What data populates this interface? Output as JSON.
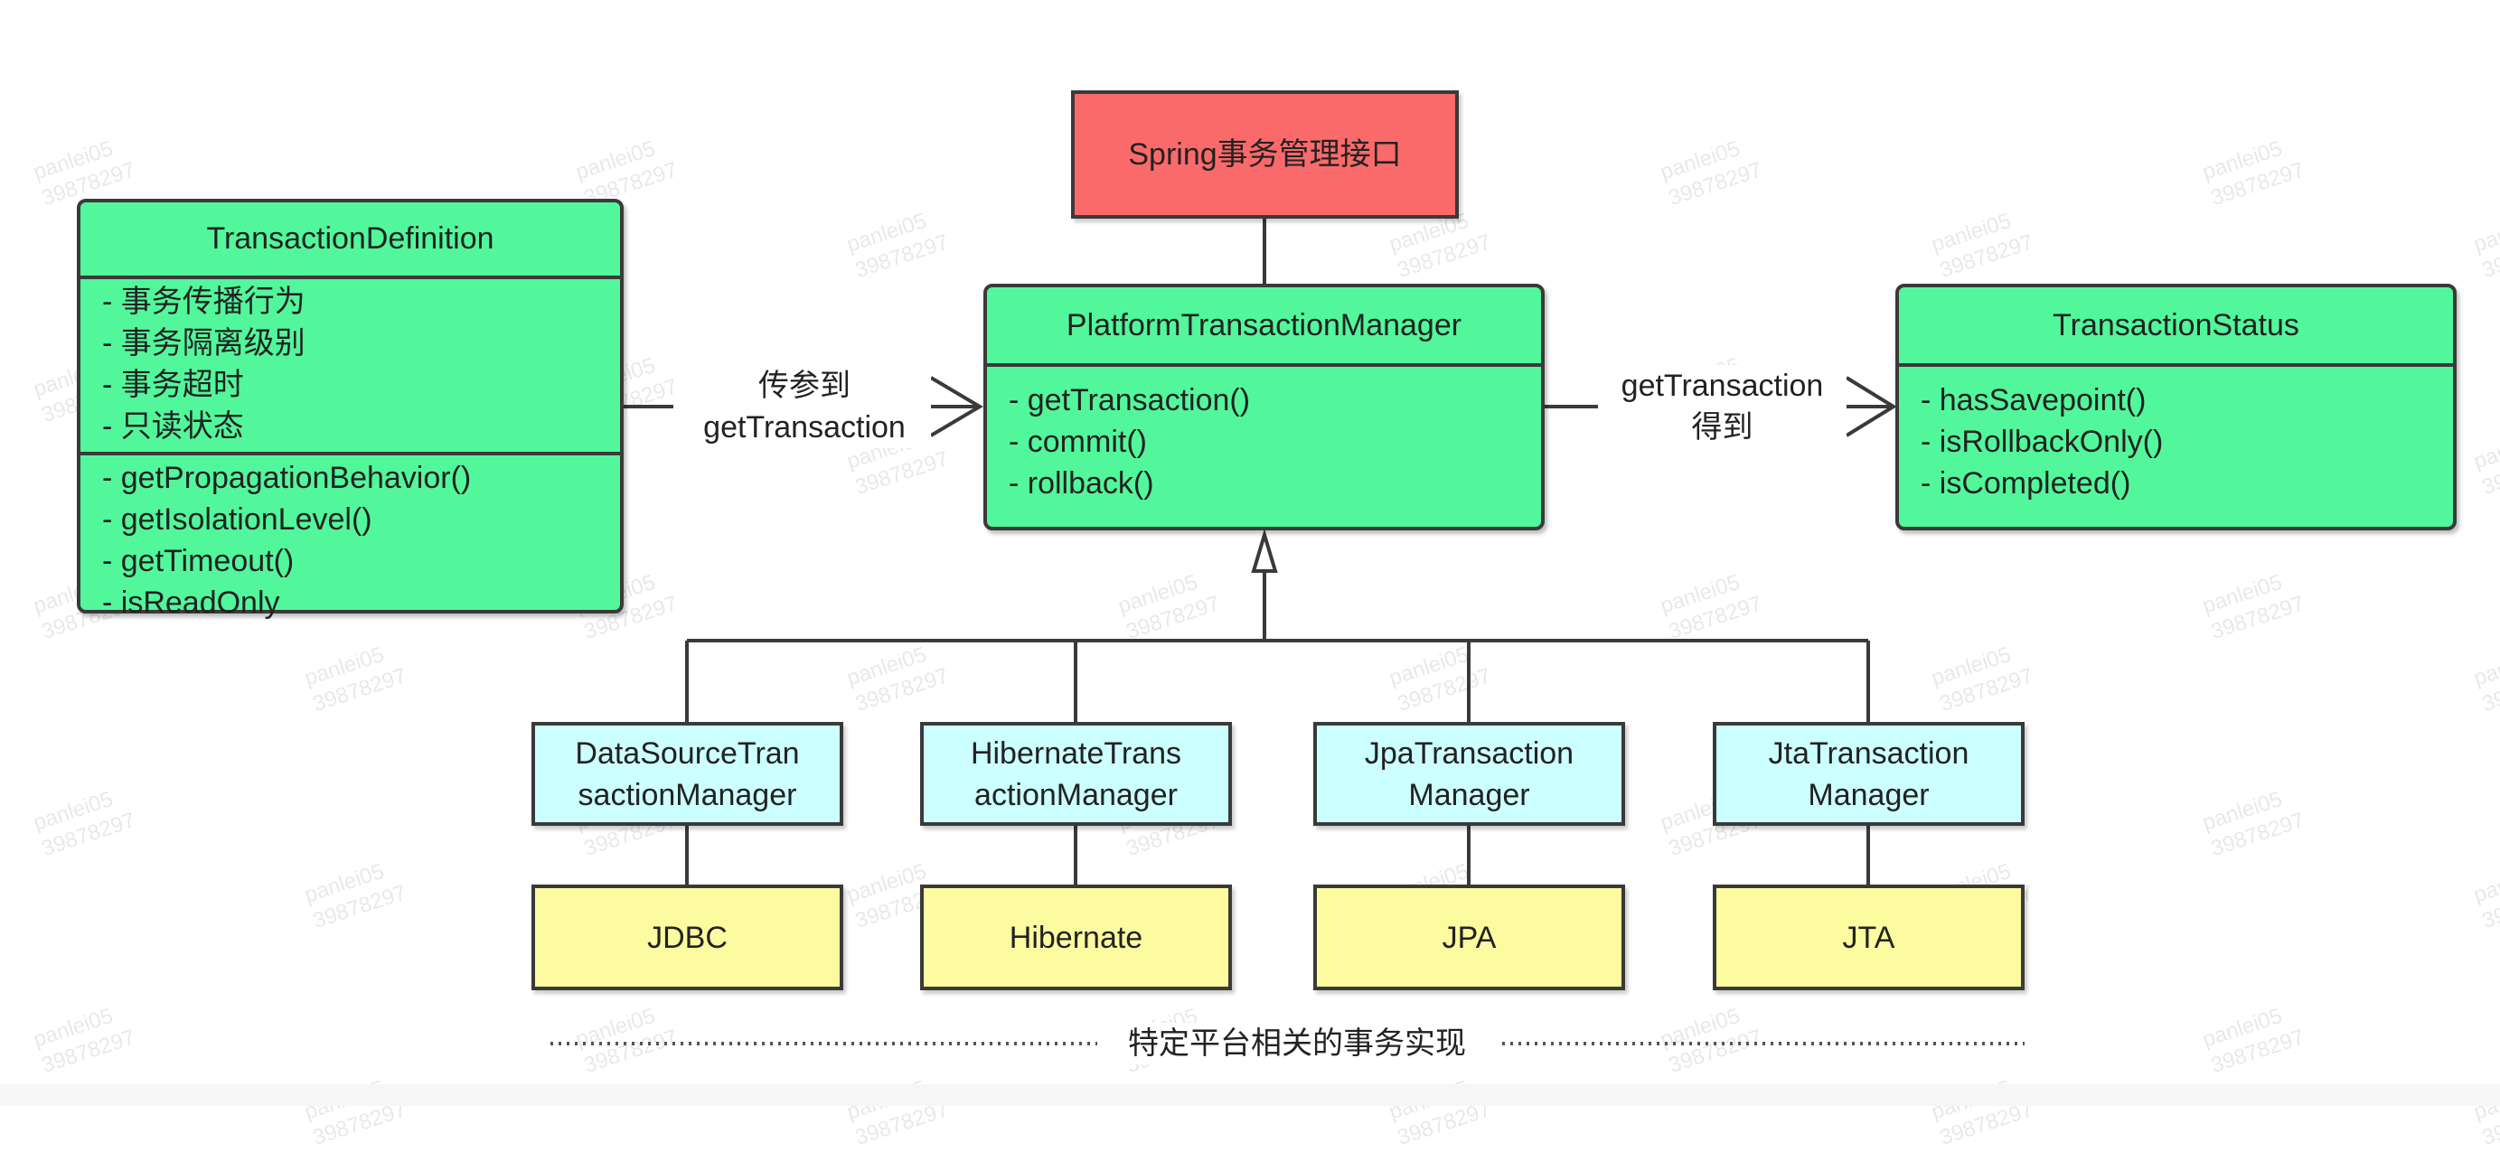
{
  "spring_interface": {
    "title": "Spring事务管理接口"
  },
  "transaction_definition": {
    "title": "TransactionDefinition",
    "properties": [
      "- 事务传播行为",
      "- 事务隔离级别",
      "- 事务超时",
      "- 只读状态"
    ],
    "methods": [
      "- getPropagationBehavior()",
      "- getIsolationLevel()",
      "- getTimeout()",
      "- isReadOnly"
    ]
  },
  "platform_manager": {
    "title": "PlatformTransactionManager",
    "methods": [
      "- getTransaction()",
      "- commit()",
      "- rollback()"
    ]
  },
  "transaction_status": {
    "title": "TransactionStatus",
    "methods": [
      "- hasSavepoint()",
      "- isRollbackOnly()",
      "- isCompleted()"
    ]
  },
  "arrows": {
    "left_label_line1": "传参到",
    "left_label_line2": "getTransaction",
    "right_label_line1": "getTransaction",
    "right_label_line2": "得到"
  },
  "implementations": [
    {
      "line1": "DataSourceTran",
      "line2": "sactionManager",
      "platform": "JDBC"
    },
    {
      "line1": "HibernateTrans",
      "line2": "actionManager",
      "platform": "Hibernate"
    },
    {
      "line1": "JpaTransaction",
      "line2": "Manager",
      "platform": "JPA"
    },
    {
      "line1": "JtaTransaction",
      "line2": "Manager",
      "platform": "JTA"
    }
  ],
  "footer": {
    "caption": "特定平台相关的事务实现"
  },
  "watermark": {
    "line1": "panlei05",
    "line2": "39878297"
  },
  "colors": {
    "interface": "#fb6a6a",
    "uml": "#52f79b",
    "impl": "#ccffff",
    "platform": "#fdfb9f"
  }
}
